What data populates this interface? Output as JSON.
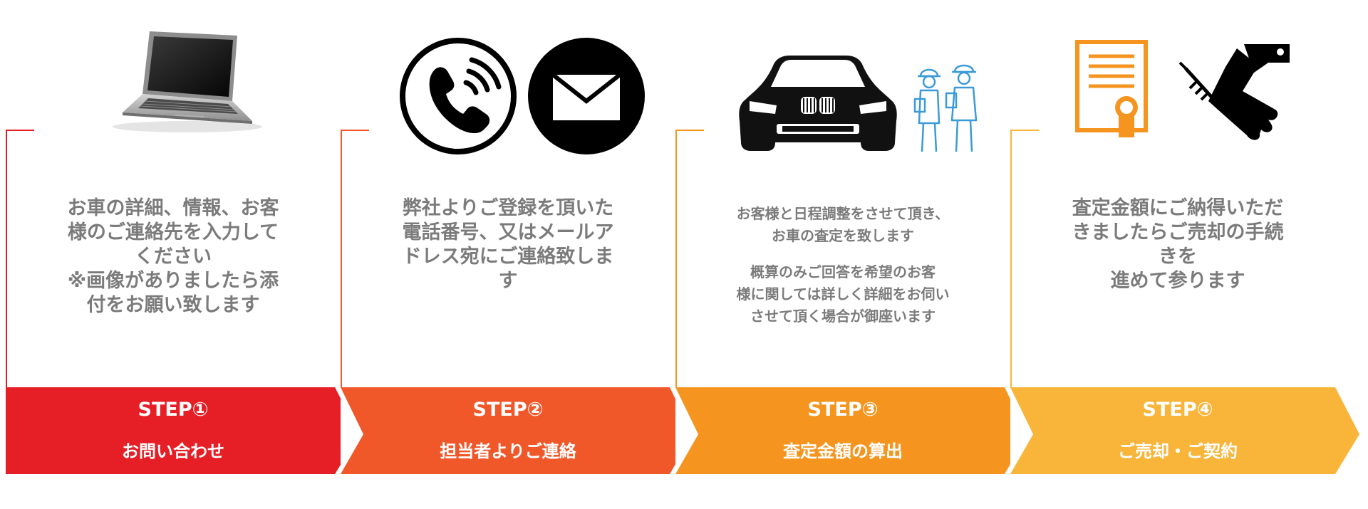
{
  "colors": {
    "step1": "#e61e25",
    "step2": "#f0582a",
    "step3": "#f5951f",
    "step4": "#f8b53a",
    "text": "#7b7b7b",
    "orange_icon": "#f5951f",
    "blue_icon": "#3a9bd8"
  },
  "steps": [
    {
      "label": "STEP①",
      "title": "お問い合わせ",
      "icons": [
        "laptop-icon"
      ],
      "lines": [
        "お車の詳細、情報、お客",
        "様のご連絡先を入力して",
        "ください",
        "※画像がありましたら添",
        "付をお願い致します"
      ]
    },
    {
      "label": "STEP②",
      "title": "担当者よりご連絡",
      "icons": [
        "phone-icon",
        "mail-icon"
      ],
      "lines": [
        "弊社よりご登録を頂いた",
        "電話番号、又はメールア",
        "ドレス宛にご連絡致しま",
        "す"
      ]
    },
    {
      "label": "STEP③",
      "title": "査定金額の算出",
      "icons": [
        "car-icon",
        "inspectors-icon"
      ],
      "paragraphs": [
        [
          "お客様と日程調整をさせて頂き、",
          "お車の査定を致します"
        ],
        [
          "概算のみご回答を希望のお客",
          "様に関しては詳しく詳細をお伺い",
          "させて頂く場合が御座います"
        ]
      ]
    },
    {
      "label": "STEP④",
      "title": "ご売却・ご契約",
      "icons": [
        "certificate-icon",
        "handshake-icon"
      ],
      "lines": [
        "査定金額にご納得いただ",
        "きましたらご売却の手続",
        "きを",
        "進めて参ります"
      ]
    }
  ]
}
